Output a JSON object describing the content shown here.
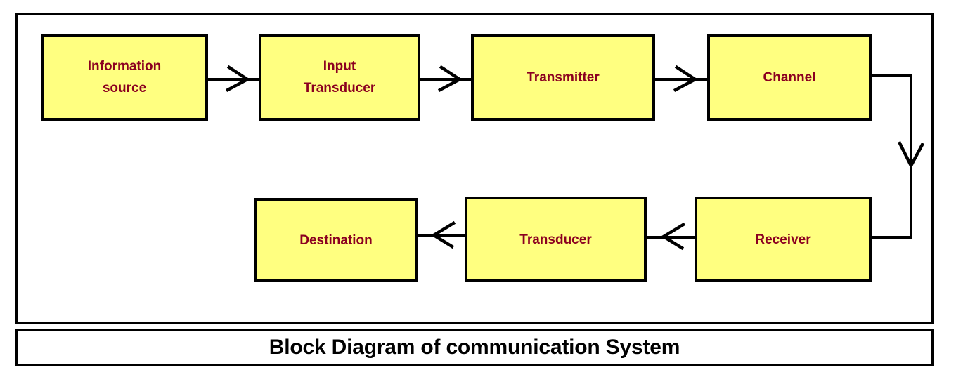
{
  "figure": {
    "title": "Block Diagram of communication System",
    "colors": {
      "block_fill": "#ffff80",
      "block_border": "#000000",
      "block_text": "#8b0020",
      "connector": "#000000",
      "title_text": "#000000",
      "background": "#ffffff"
    }
  },
  "blocks": [
    {
      "id": "information-source",
      "lines": [
        "Information",
        "source"
      ]
    },
    {
      "id": "input-transducer",
      "lines": [
        "Input",
        "Transducer"
      ]
    },
    {
      "id": "transmitter",
      "lines": [
        "Transmitter"
      ]
    },
    {
      "id": "channel",
      "lines": [
        "Channel"
      ]
    },
    {
      "id": "receiver",
      "lines": [
        "Receiver"
      ]
    },
    {
      "id": "transducer",
      "lines": [
        "Transducer"
      ]
    },
    {
      "id": "destination",
      "lines": [
        "Destination"
      ]
    }
  ],
  "connectors": [
    {
      "id": "information-source-to-input-transducer",
      "from": "information-source",
      "to": "input-transducer",
      "direction": "right"
    },
    {
      "id": "input-transducer-to-transmitter",
      "from": "input-transducer",
      "to": "transmitter",
      "direction": "right"
    },
    {
      "id": "transmitter-to-channel",
      "from": "transmitter",
      "to": "channel",
      "direction": "right"
    },
    {
      "id": "channel-to-receiver",
      "from": "channel",
      "to": "receiver",
      "direction": "down"
    },
    {
      "id": "receiver-to-transducer",
      "from": "receiver",
      "to": "transducer",
      "direction": "left"
    },
    {
      "id": "transducer-to-destination",
      "from": "transducer",
      "to": "destination",
      "direction": "left"
    }
  ]
}
